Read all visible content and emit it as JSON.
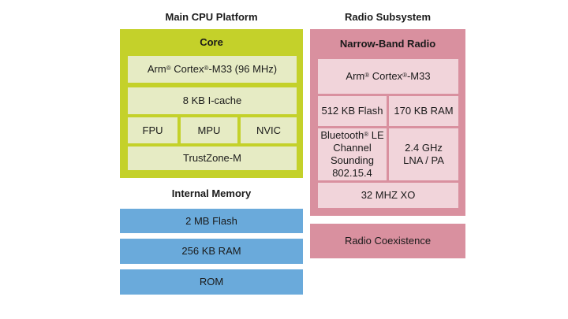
{
  "main_cpu": {
    "title": "Main CPU Platform",
    "core": {
      "title": "Core",
      "cpu": {
        "prefix": "Arm",
        "mid": " Cortex",
        "suffix": "-M33 (96 MHz)"
      },
      "cache": "8 KB I-cache",
      "units": [
        "FPU",
        "MPU",
        "NVIC"
      ],
      "trustzone": "TrustZone-M"
    }
  },
  "internal_memory": {
    "title": "Internal Memory",
    "items": [
      "2 MB Flash",
      "256 KB RAM",
      "ROM"
    ]
  },
  "radio": {
    "title": "Radio Subsystem",
    "nbr": {
      "title": "Narrow-Band Radio",
      "cpu": {
        "prefix": "Arm",
        "mid": " Cortex",
        "suffix": "-M33"
      },
      "flash": "512 KB Flash",
      "ram": "170 KB RAM",
      "protocols": {
        "line1_prefix": "Bluetooth",
        "line1_suffix": " LE",
        "line2": "Channel",
        "line3": "Sounding",
        "line4": "802.15.4"
      },
      "rf": {
        "line1": "2.4 GHz",
        "line2": "LNA / PA"
      },
      "xo": "32 MHZ XO"
    },
    "coexistence": "Radio Coexistence"
  },
  "registered_mark": "®",
  "colors": {
    "cpu": "#c4d12a",
    "cpu_inner": "#e6ebc4",
    "radio": "#d9909f",
    "radio_inner": "#f1d4da",
    "memory": "#6aaadb"
  }
}
